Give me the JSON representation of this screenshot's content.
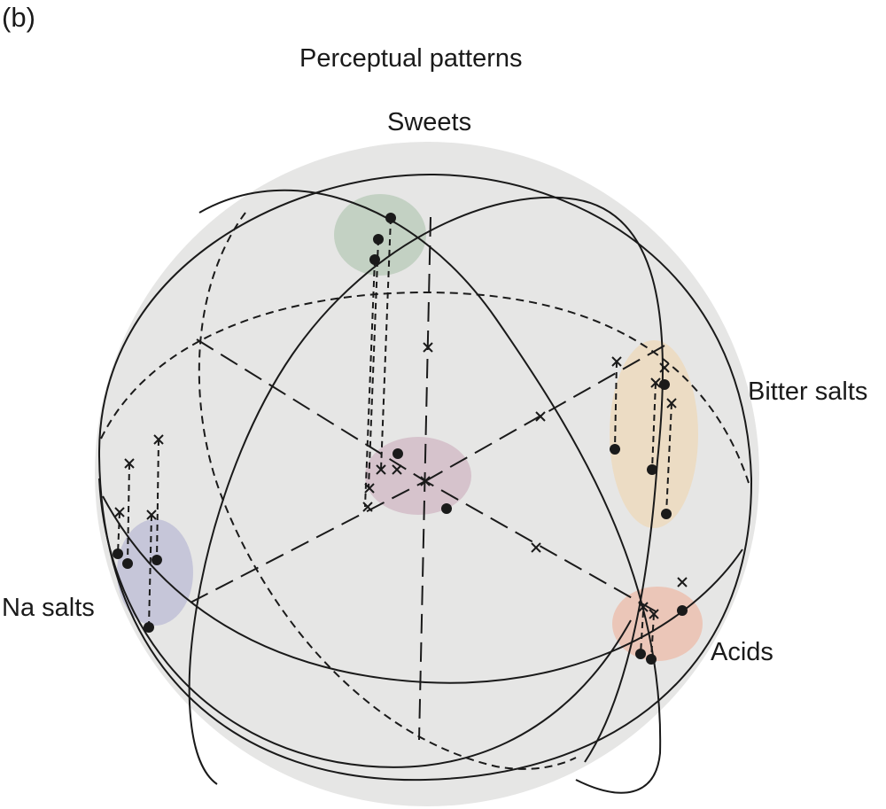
{
  "panel_label": "(b)",
  "title": "Perceptual patterns",
  "colors": {
    "sphere_fill": "#e6e6e5",
    "line": "#1a1a1a",
    "sweets": "#c3d1c3",
    "center": "#d6c3cc",
    "bitter_salts": "#ecdcc4",
    "na_salts": "#c6c6d9",
    "acids": "#ebc6b8"
  },
  "clusters": [
    {
      "id": "sweets",
      "label": "Sweets",
      "points": 3
    },
    {
      "id": "center",
      "label": "",
      "points": 2
    },
    {
      "id": "bitter_salts",
      "label": "Bitter salts",
      "points": 4
    },
    {
      "id": "na_salts",
      "label": "Na salts",
      "points": 4
    },
    {
      "id": "acids",
      "label": "Acids",
      "points": 3
    }
  ]
}
